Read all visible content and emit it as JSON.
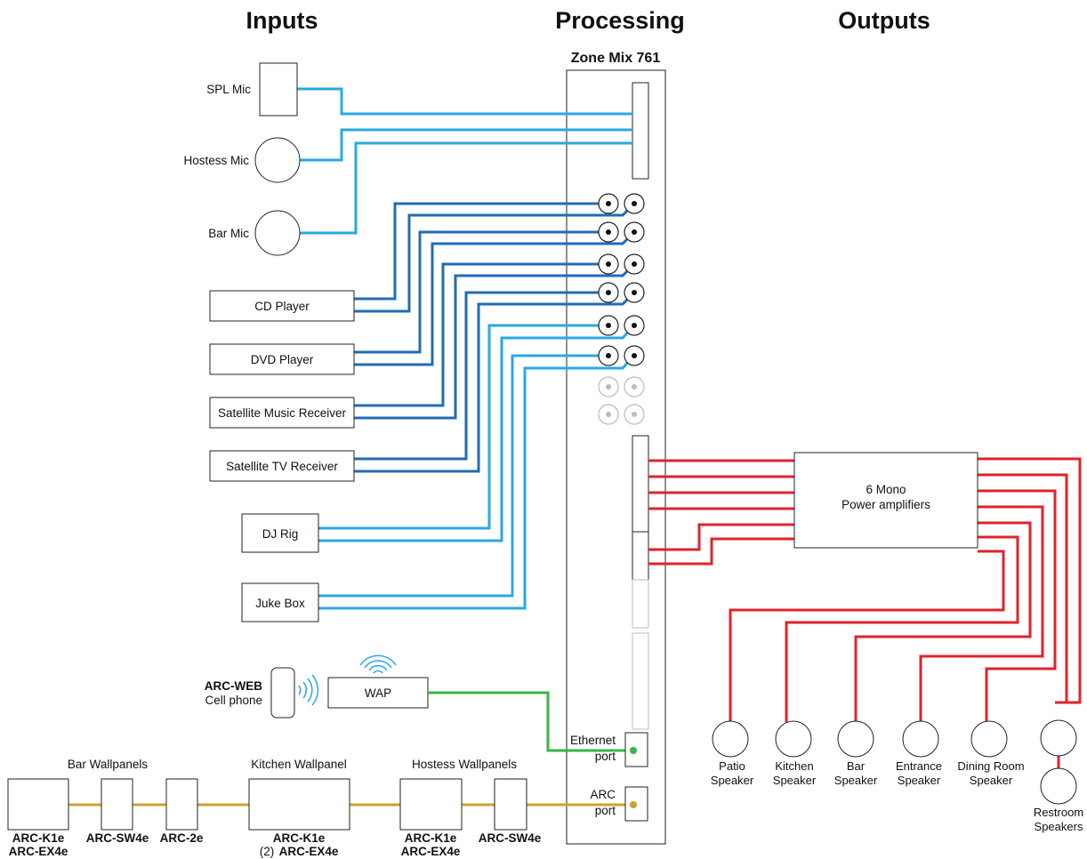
{
  "headers": {
    "inputs": "Inputs",
    "processing": "Processing",
    "outputs": "Outputs"
  },
  "processor": {
    "name": "Zone Mix 761",
    "ethernet_line1": "Ethernet",
    "ethernet_line2": "port",
    "arc_line1": "ARC",
    "arc_line2": "port"
  },
  "mics": {
    "spl": "SPL Mic",
    "hostess": "Hostess Mic",
    "bar": "Bar Mic"
  },
  "sources": {
    "cd": "CD Player",
    "dvd": "DVD Player",
    "sat_music": "Satellite Music Receiver",
    "sat_tv": "Satellite TV Receiver",
    "dj": "DJ Rig",
    "juke": "Juke Box"
  },
  "amplifier": {
    "line1": "6 Mono",
    "line2": "Power amplifiers"
  },
  "speakers": {
    "patio": [
      "Patio",
      "Speaker"
    ],
    "kitchen": [
      "Kitchen",
      "Speaker"
    ],
    "bar": [
      "Bar",
      "Speaker"
    ],
    "entrance": [
      "Entrance",
      "Speaker"
    ],
    "dining": [
      "Dining Room",
      "Speaker"
    ],
    "restroom": [
      "Restroom",
      "Speakers"
    ]
  },
  "network": {
    "arc_web": "ARC-WEB",
    "cell_phone": "Cell phone",
    "wap": "WAP"
  },
  "wallpanels": {
    "bar_group": "Bar Wallpanels",
    "kitchen_group": "Kitchen Wallpanel",
    "hostess_group": "Hostess Wallpanels",
    "bar_k1e": "ARC-K1e",
    "bar_ex4e": "ARC-EX4e",
    "bar_sw4e": "ARC-SW4e",
    "bar_2e": "ARC-2e",
    "kitchen_k1e": "ARC-K1e",
    "kitchen_qty": "(2)",
    "kitchen_ex4e": "ARC-EX4e",
    "hostess_k1e": "ARC-K1e",
    "hostess_ex4e": "ARC-EX4e",
    "hostess_sw4e": "ARC-SW4e"
  },
  "colors": {
    "mic_cable": "#29a9e0",
    "line_cable_dark": "#1f6db3",
    "line_cable_light": "#29a9e0",
    "speaker_cable": "#e0232b",
    "ethernet_cable": "#3cb34a",
    "arc_cable": "#c9a233",
    "outline": "#222222"
  }
}
